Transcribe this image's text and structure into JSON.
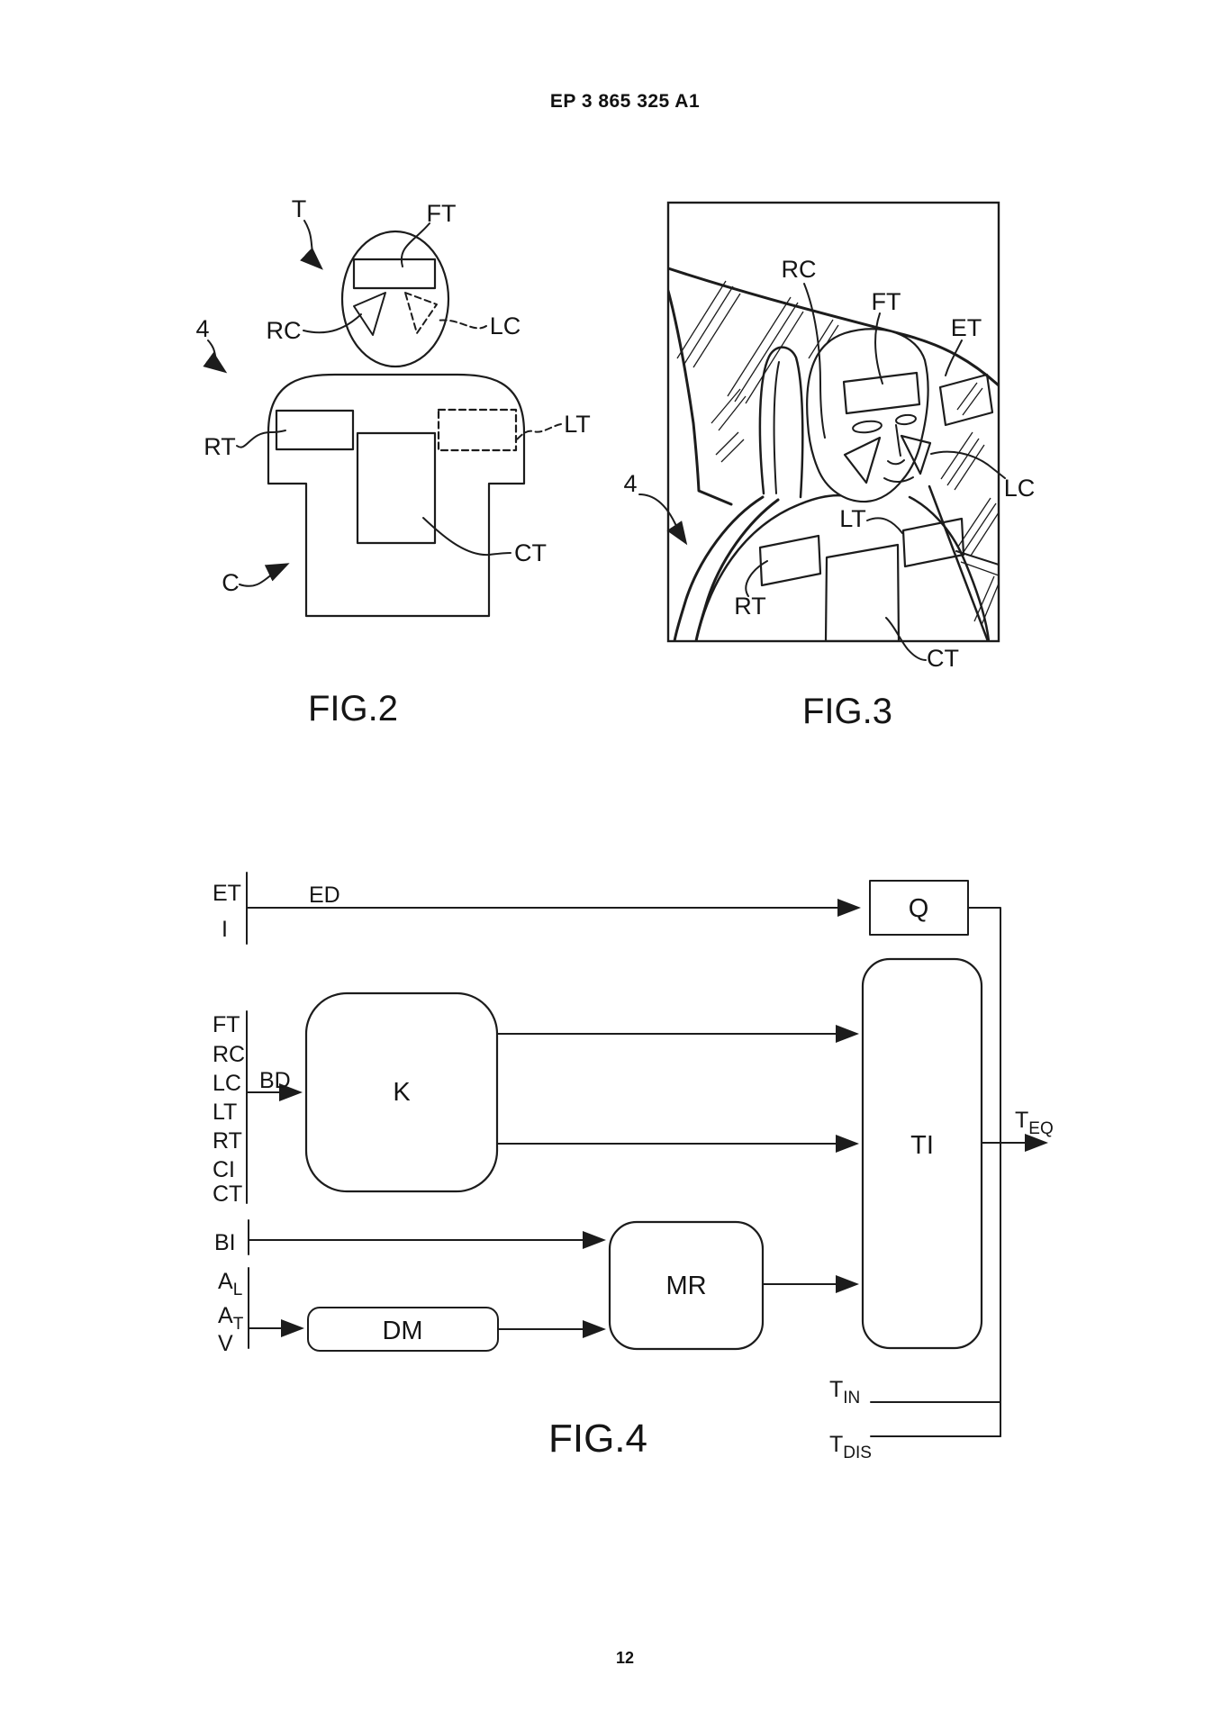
{
  "header": {
    "doc_number": "EP 3 865 325 A1"
  },
  "page_number": "12",
  "fig2": {
    "caption": "FIG.2",
    "labels": {
      "t": "T",
      "ft": "FT",
      "ref4": "4",
      "rc": "RC",
      "lc": "LC",
      "rt": "RT",
      "lt": "LT",
      "c": "C",
      "ct": "CT"
    }
  },
  "fig3": {
    "caption": "FIG.3",
    "labels": {
      "rc": "RC",
      "ft": "FT",
      "et": "ET",
      "ref4": "4",
      "lc": "LC",
      "lt": "LT",
      "rt": "RT",
      "ct": "CT"
    }
  },
  "fig4": {
    "caption": "FIG.4",
    "top_inputs": {
      "et": "ET",
      "i": "I",
      "ed": "ED"
    },
    "k_inputs": [
      "FT",
      "RC",
      "LC",
      "LT",
      "RT",
      "CI",
      "CT"
    ],
    "bd": "BD",
    "bi": "BI",
    "al": {
      "main": "A",
      "sub": "L"
    },
    "at": {
      "main": "A",
      "sub": "T"
    },
    "v": "V",
    "blocks": {
      "q": "Q",
      "k": "K",
      "ti": "TI",
      "mr": "MR",
      "dm": "DM"
    },
    "teq": {
      "main": "T",
      "sub": "EQ"
    },
    "tin": {
      "main": "T",
      "sub": "IN"
    },
    "tdis": {
      "main": "T",
      "sub": "DIS"
    }
  }
}
